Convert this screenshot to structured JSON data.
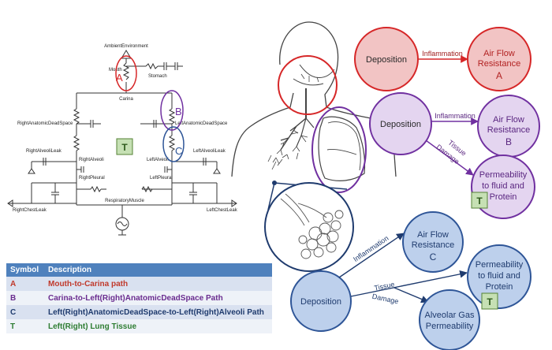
{
  "circuit": {
    "ambient": "AmbientEnvironment",
    "mouth": "Mouth",
    "stomach": "Stomach",
    "carina": "Carina",
    "right_dead_space": "RightAnatomicDeadSpace",
    "left_dead_space": "LeftAnatomicDeadSpace",
    "right_alveoli_leak": "RightAlveoliLeak",
    "left_alveoli_leak": "LeftAlveoliLeak",
    "right_alveoli": "RightAlveoli",
    "left_alveoli": "LeftAlveoli",
    "right_pleural": "RightPleural",
    "left_pleural": "LeftPleural",
    "right_chest_leak": "RightChestLeak",
    "left_chest_leak": "LeftChestLeak",
    "respiratory_muscle": "RespiratoryMuscle",
    "label_a": "A",
    "label_b": "B",
    "label_c": "C",
    "tissue_box": "T"
  },
  "legend": {
    "header_symbol": "Symbol",
    "header_description": "Description",
    "rows": [
      {
        "symbol": "A",
        "description": "Mouth-to-Carina path",
        "color": "#c0392b"
      },
      {
        "symbol": "B",
        "description": "Carina-to-Left(Right)AnatomicDeadSpace Path",
        "color": "#6a2c8f"
      },
      {
        "symbol": "C",
        "description": "Left(Right)AnatomicDeadSpace-to-Left(Right)Alveoli Path",
        "color": "#1f3b6e"
      },
      {
        "symbol": "T",
        "description": "Left(Right) Lung Tissue",
        "color": "#2e7d32"
      }
    ]
  },
  "flow_red": {
    "deposition": "Deposition",
    "inflammation": "Inflammation",
    "resistance_line1": "Air Flow",
    "resistance_line2": "Resistance",
    "resistance_letter": "A"
  },
  "flow_purple": {
    "deposition": "Deposition",
    "inflammation": "Inflammation",
    "resistance_line1": "Air Flow",
    "resistance_line2": "Resistance",
    "resistance_letter": "B",
    "tissue": "Tissue",
    "damage": "Damage",
    "permeability_line1": "Permeability",
    "permeability_line2": "to fluid and",
    "permeability_line3": "Protein",
    "t_label": "T"
  },
  "flow_blue": {
    "deposition": "Deposition",
    "inflammation": "Inflammation",
    "resistance_line1": "Air Flow",
    "resistance_line2": "Resistance",
    "resistance_letter": "C",
    "tissue": "Tissue",
    "damage": "Damage",
    "permeability_line1": "Permeability",
    "permeability_line2": "to fluid and",
    "permeability_line3": "Protein",
    "gas_line1": "Alveolar Gas",
    "gas_line2": "Permeability",
    "t_label": "T"
  },
  "colors": {
    "red": "#d62728",
    "red_fill": "#f2c4c4",
    "purple": "#7030a0",
    "purple_fill": "#e4d5f0",
    "blue": "#2e5597",
    "blue_fill": "#bdd0ec",
    "tissue_fill": "#c6e0b4",
    "tissue_border": "#548235"
  }
}
